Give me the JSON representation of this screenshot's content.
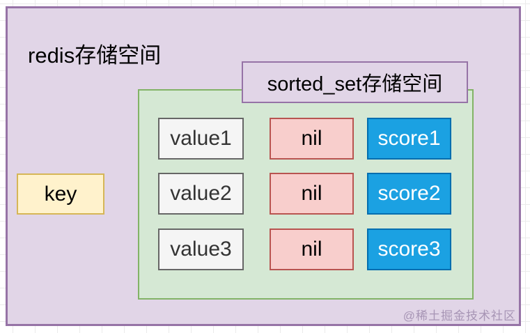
{
  "diagram": {
    "redis_title": "redis存储空间",
    "sorted_set_title": "sorted_set存储空间",
    "key_label": "key",
    "rows": [
      {
        "value": "value1",
        "nil": "nil",
        "score": "score1"
      },
      {
        "value": "value2",
        "nil": "nil",
        "score": "score2"
      },
      {
        "value": "value3",
        "nil": "nil",
        "score": "score3"
      }
    ],
    "watermark": "@稀土掘金技术社区"
  },
  "colors": {
    "outer_fill": "#E1D5E7",
    "outer_border": "#9673A6",
    "green_fill": "#D5E8D4",
    "green_border": "#82B366",
    "value_fill": "#F5F5F5",
    "value_border": "#666666",
    "nil_fill": "#F8CECC",
    "nil_border": "#B85450",
    "score_fill": "#1BA1E2",
    "score_border": "#006EAF",
    "key_fill": "#FFF2CC",
    "key_border": "#D6B656",
    "grid_line": "#EBEBEB",
    "watermark_text": "#A795B5"
  }
}
